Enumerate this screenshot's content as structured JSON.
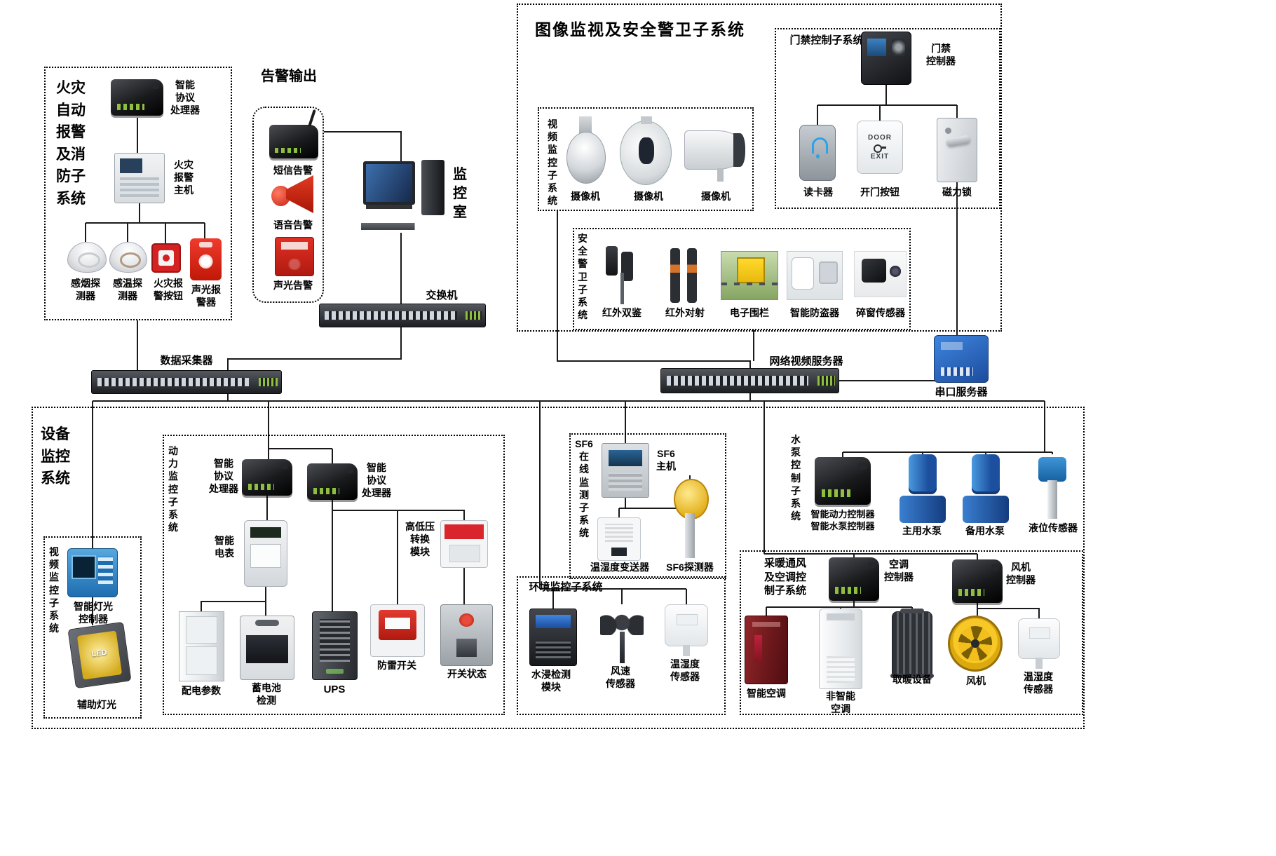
{
  "colors": {
    "connector": "#1a1a1a",
    "box_border": "#000000"
  },
  "fire": {
    "title": "火灾\n自动\n报警\n及消\n防子\n系统",
    "processor": "智能\n协议\n处理器",
    "host": "火灾\n报警\n主机",
    "smoke": "感烟探\n测器",
    "heat": "感温探\n测器",
    "button": "火灾报\n警按钮",
    "sounder": "声光报\n警器"
  },
  "alarm": {
    "title": "告警输出",
    "sms": "短信告警",
    "voice": "语音告警",
    "soundlight": "声光告警"
  },
  "monitor": {
    "room": "监\n控\n室",
    "switch": "交换机"
  },
  "imgsec": {
    "title": "图像监视及安全警卫子系统",
    "video": {
      "title": "视\n频\n监\n控\n子\n系\n统",
      "cam1": "摄像机",
      "cam2": "摄像机",
      "cam3": "摄像机"
    },
    "access": {
      "title": "门禁控制子系统",
      "controller": "门禁\n控制器",
      "reader": "读卡器",
      "exitbtn": "开门按钮",
      "maglock": "磁力锁",
      "device_door": "DOOR",
      "device_exit": "EXIT"
    },
    "guard": {
      "title": "安\n全\n警\n卫\n子\n系\n统",
      "irdual": "红外双鉴",
      "irbeam": "红外对射",
      "fence": "电子围栏",
      "antitheft": "智能防盗器",
      "glass": "碎窗传感器"
    }
  },
  "backbone": {
    "collector": "数据采集器",
    "nvs": "网络视频服务器",
    "serial": "串口服务器"
  },
  "equip": {
    "title": "设备\n监控\n系统",
    "light": {
      "title": "视\n频\n监\n控\n子\n系\n统",
      "controller": "智能灯光\n控制器",
      "led": "LED",
      "aux": "辅助灯光"
    },
    "power": {
      "title": "动\n力\n监\n控\n子\n系\n统",
      "proc1": "智能\n协议\n处理器",
      "proc2": "智能\n协议\n处理器",
      "meter": "智能\n电表",
      "hv": "高低压\n转换\n模块",
      "dist": "配电参数",
      "battery": "蓄电池\n检测",
      "ups": "UPS",
      "spd": "防雷开关",
      "state": "开关状态"
    },
    "sf6": {
      "title": "SF6\n在\n线\n监\n测\n子\n系\n统",
      "host": "SF6\n主机",
      "transmitter": "温湿度变送器",
      "detector": "SF6探测器"
    },
    "env": {
      "title": "环境监控子系统",
      "water": "水浸检测\n模块",
      "wind": "风速\n传感器",
      "th": "温湿度\n传感器"
    },
    "pump": {
      "title": "水\n泵\n控\n制\n子\n系\n统",
      "controller": "智能动力控制器\n智能水泵控制器",
      "main": "主用水泵",
      "backup": "备用水泵",
      "level": "液位传感器"
    },
    "hvac": {
      "title": "采暖通风\n及空调控\n制子系统",
      "acctrl": "空调\n控制器",
      "fanctrl": "风机\n控制器",
      "smartac": "智能空调",
      "plainac": "非智能\n空调",
      "heater": "取暖设备",
      "fan": "风机",
      "th": "温湿度\n传感器"
    }
  }
}
